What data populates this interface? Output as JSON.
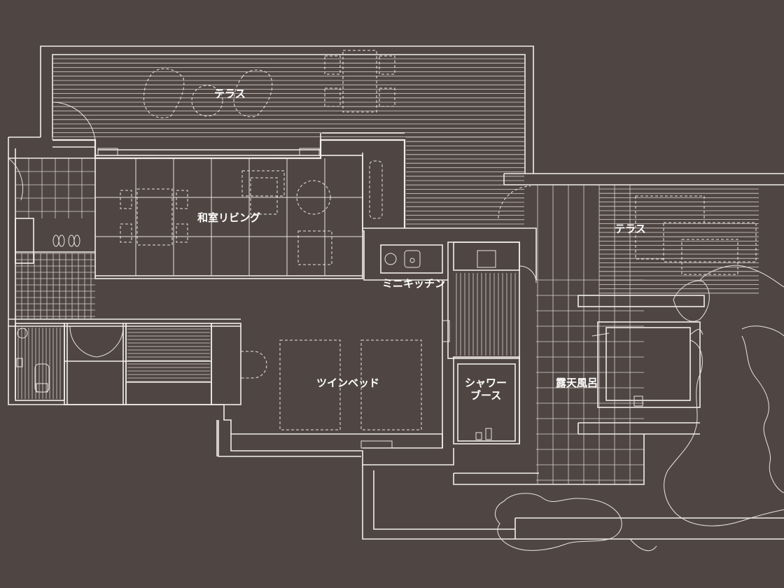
{
  "rooms": {
    "terrace_top": "テラス",
    "washitsu_living": "和室リビング",
    "mini_kitchen": "ミニキッチン",
    "terrace_right": "テラス",
    "twin_bed": "ツインベッド",
    "shower_booth_line1": "シャワー",
    "shower_booth_line2": "ブース",
    "open_air_bath": "露天風呂"
  },
  "colors": {
    "background": "#4f4643",
    "line": "#f2eeea",
    "label": "#ffffff"
  }
}
